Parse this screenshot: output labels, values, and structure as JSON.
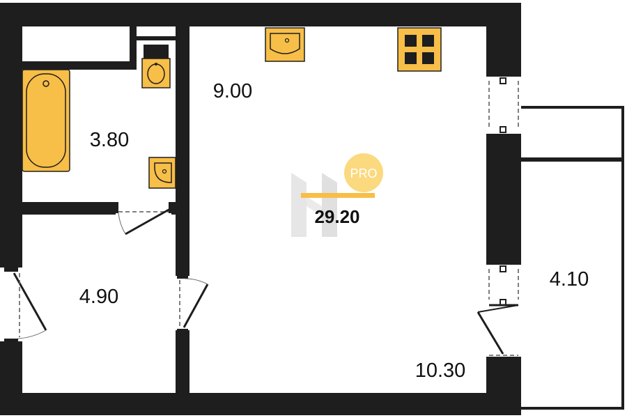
{
  "plan": {
    "total_area": "29.20",
    "badge": "PRO",
    "rooms": [
      {
        "id": "bathroom",
        "area": "3.80"
      },
      {
        "id": "hallway",
        "area": "4.90"
      },
      {
        "id": "kitchen",
        "area": "9.00"
      },
      {
        "id": "living",
        "area": "10.30"
      },
      {
        "id": "balcony",
        "area": "4.10"
      }
    ]
  },
  "colors": {
    "wall": "#1e1e1e",
    "fixture": "#f7be48",
    "badge": "#fbd97e",
    "watermark": "#e3e3e3",
    "window": "#ffffff"
  }
}
